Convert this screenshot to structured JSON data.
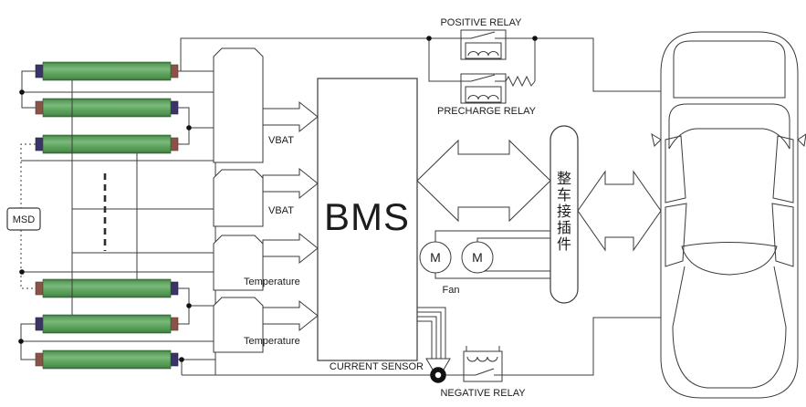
{
  "diagram": {
    "labels": {
      "positive_relay": "POSITIVE RELAY",
      "precharge_relay": "PRECHARGE RELAY",
      "vbat_top": "VBAT",
      "vbat_mid": "VBAT",
      "temperature_1": "Temperature",
      "temperature_2": "Temperature",
      "bms": "BMS",
      "msd": "MSD",
      "current_sensor": "CURRENT SENSOR",
      "negative_relay": "NEGATIVE RELAY",
      "fan": "Fan",
      "motor_left": "M",
      "motor_right": "M",
      "vehicle_connector": "整车接插件",
      "vehicle_connector_chars": [
        "整",
        "车",
        "接",
        "插",
        "件"
      ]
    },
    "colors": {
      "cell_green": "#5fa55f",
      "cell_green_light": "#7ab97a",
      "cell_green_dark": "#3f7440",
      "cap_navy": "#3b3467",
      "cap_brown": "#8a5348",
      "wire": "#3d3d3d",
      "background": "#ffffff"
    }
  }
}
